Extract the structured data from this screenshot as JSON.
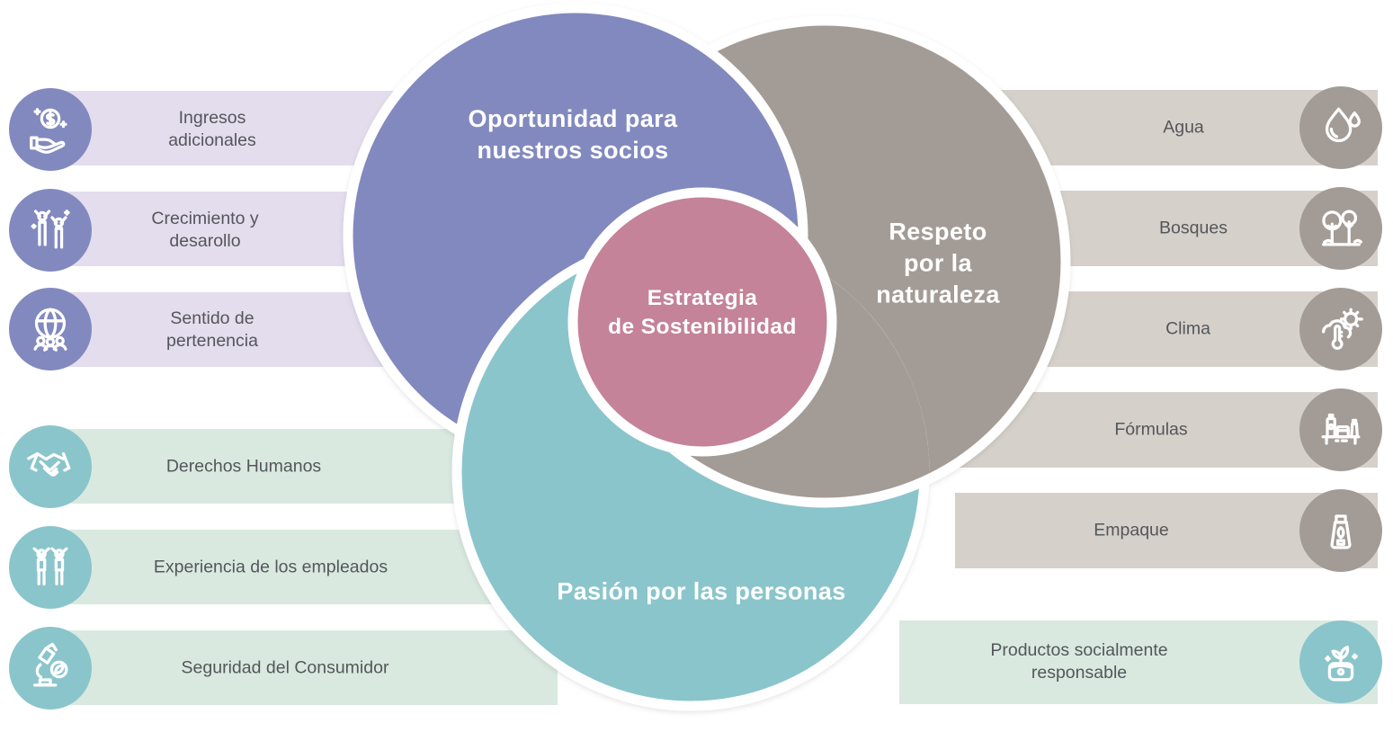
{
  "page": {
    "background": "#ffffff"
  },
  "colors": {
    "partners_circle": "#8289bf",
    "nature_circle": "#a39c96",
    "people_circle": "#8ac5cb",
    "center_circle": "#c48398",
    "partners_bar": "#e4dded",
    "people_bar": "#d9e9e0",
    "nature_bar": "#d5d1ca",
    "bar_text": "#54565b",
    "circle_text": "#ffffff"
  },
  "venn": {
    "partners_label": "Oportunidad para\nnuestros socios",
    "nature_label": "Respeto\npor la\nnaturaleza",
    "people_label": "Pasión por las personas",
    "center_label": "Estrategia\nde Sostenibilidad"
  },
  "left_items": [
    {
      "label": "Ingresos\nadicionales",
      "icon": "money-hand-icon",
      "group": "partners"
    },
    {
      "label": "Crecimiento y\ndesarollo",
      "icon": "people-celebrating-icon",
      "group": "partners"
    },
    {
      "label": "Sentido de\npertenencia",
      "icon": "globe-people-icon",
      "group": "partners"
    },
    {
      "label": "Derechos Humanos",
      "icon": "handshake-icon",
      "group": "people"
    },
    {
      "label": "Experiencia de los empleados",
      "icon": "employees-icon",
      "group": "people"
    },
    {
      "label": "Seguridad del Consumidor",
      "icon": "microscope-leaf-icon",
      "group": "people"
    }
  ],
  "right_items": [
    {
      "label": "Agua",
      "icon": "water-drop-icon",
      "group": "nature"
    },
    {
      "label": "Bosques",
      "icon": "trees-icon",
      "group": "nature"
    },
    {
      "label": "Clima",
      "icon": "climate-icon",
      "group": "nature"
    },
    {
      "label": "Fórmulas",
      "icon": "formulas-shelf-icon",
      "group": "nature"
    },
    {
      "label": "Empaque",
      "icon": "packaging-tube-icon",
      "group": "nature"
    },
    {
      "label": "Productos socialmente\nresponsable",
      "icon": "jar-sprout-icon",
      "group": "people"
    }
  ]
}
